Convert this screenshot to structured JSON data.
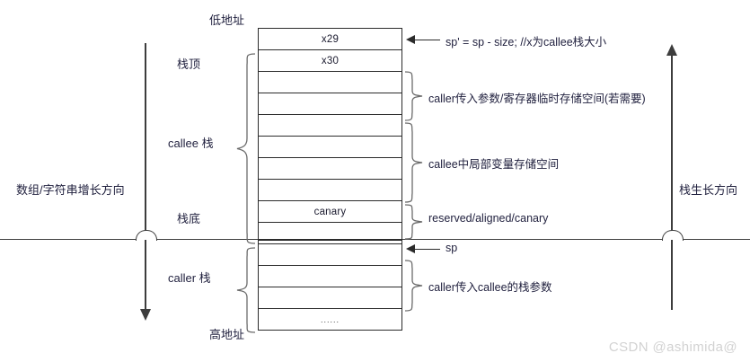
{
  "diagram": {
    "title_top": "低地址",
    "title_bottom": "高地址",
    "left_axis_label": "数组/字符串增长方向",
    "right_axis_label": "栈生长方向",
    "watermark": "CSDN @ashimida@"
  },
  "left_labels": {
    "stack_top": "栈顶",
    "callee_stack": "callee 栈",
    "stack_bottom": "栈底",
    "caller_stack": "caller 栈"
  },
  "callee_cells": [
    {
      "text": "x29"
    },
    {
      "text": "x30"
    },
    {
      "text": ""
    },
    {
      "text": ""
    },
    {
      "text": ""
    },
    {
      "text": ""
    },
    {
      "text": ""
    },
    {
      "text": ""
    },
    {
      "text": "canary"
    },
    {
      "text": ""
    }
  ],
  "caller_cells": [
    {
      "text": ""
    },
    {
      "text": ""
    },
    {
      "text": ""
    },
    {
      "text": "......"
    }
  ],
  "annotations": {
    "sp_prime": "sp' = sp - size; //x为callee栈大小",
    "caller_args_regs": "caller传入参数/寄存器临时存储空间(若需要)",
    "callee_locals": "callee中局部变量存储空间",
    "reserved": "reserved/aligned/canary",
    "sp": "sp",
    "caller_stack_args": "caller传入callee的栈参数"
  }
}
